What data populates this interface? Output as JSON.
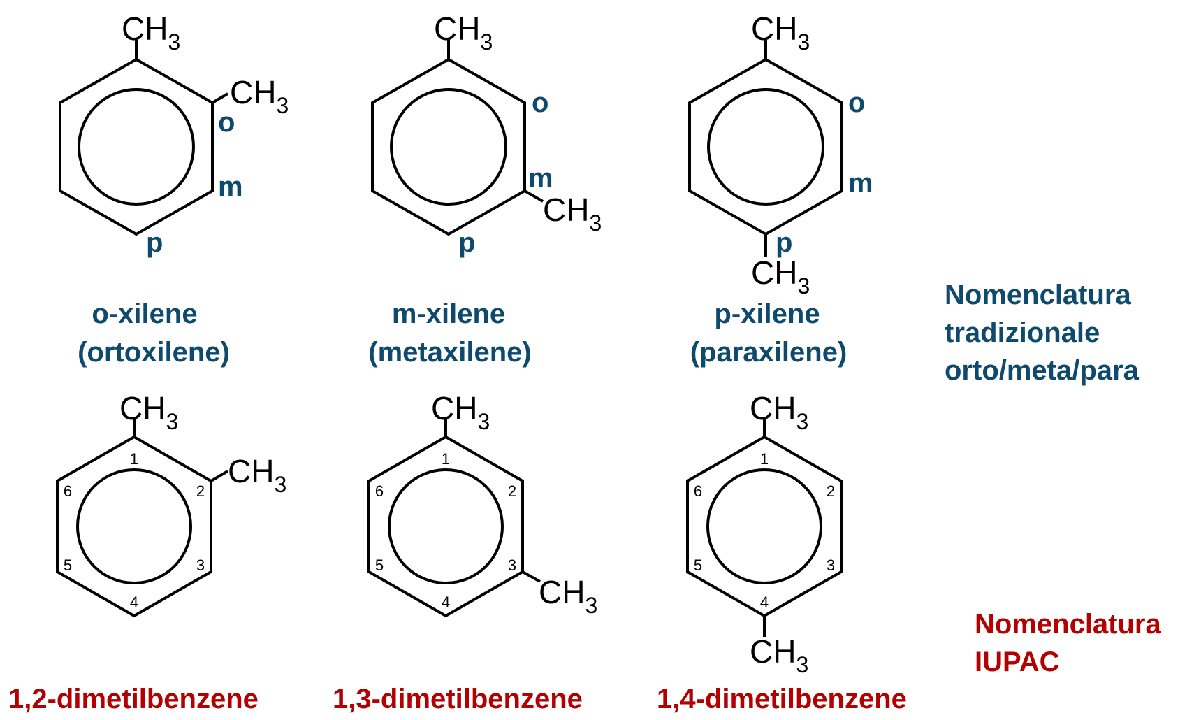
{
  "methyl": {
    "main": "CH",
    "sub": "3"
  },
  "position_labels": {
    "ortho": "o",
    "meta": "m",
    "para": "p"
  },
  "ring_numbers": [
    "1",
    "2",
    "3",
    "4",
    "5",
    "6"
  ],
  "traditional": {
    "note": [
      "Nomenclatura",
      "tradizionale",
      "orto/meta/para"
    ],
    "compounds": [
      {
        "name": "o-xilene",
        "alt": "(ortoxilene)"
      },
      {
        "name": "m-xilene",
        "alt": "(metaxilene)"
      },
      {
        "name": "p-xilene",
        "alt": "(paraxilene)"
      }
    ]
  },
  "iupac": {
    "note": [
      "Nomenclatura",
      "IUPAC"
    ],
    "compounds": [
      {
        "name": "1,2-dimetilbenzene"
      },
      {
        "name": "1,3-dimetilbenzene"
      },
      {
        "name": "1,4-dimetilbenzene"
      }
    ]
  },
  "colors": {
    "traditional": "#0e4a6e",
    "iupac": "#b30000",
    "structure": "#000000"
  }
}
